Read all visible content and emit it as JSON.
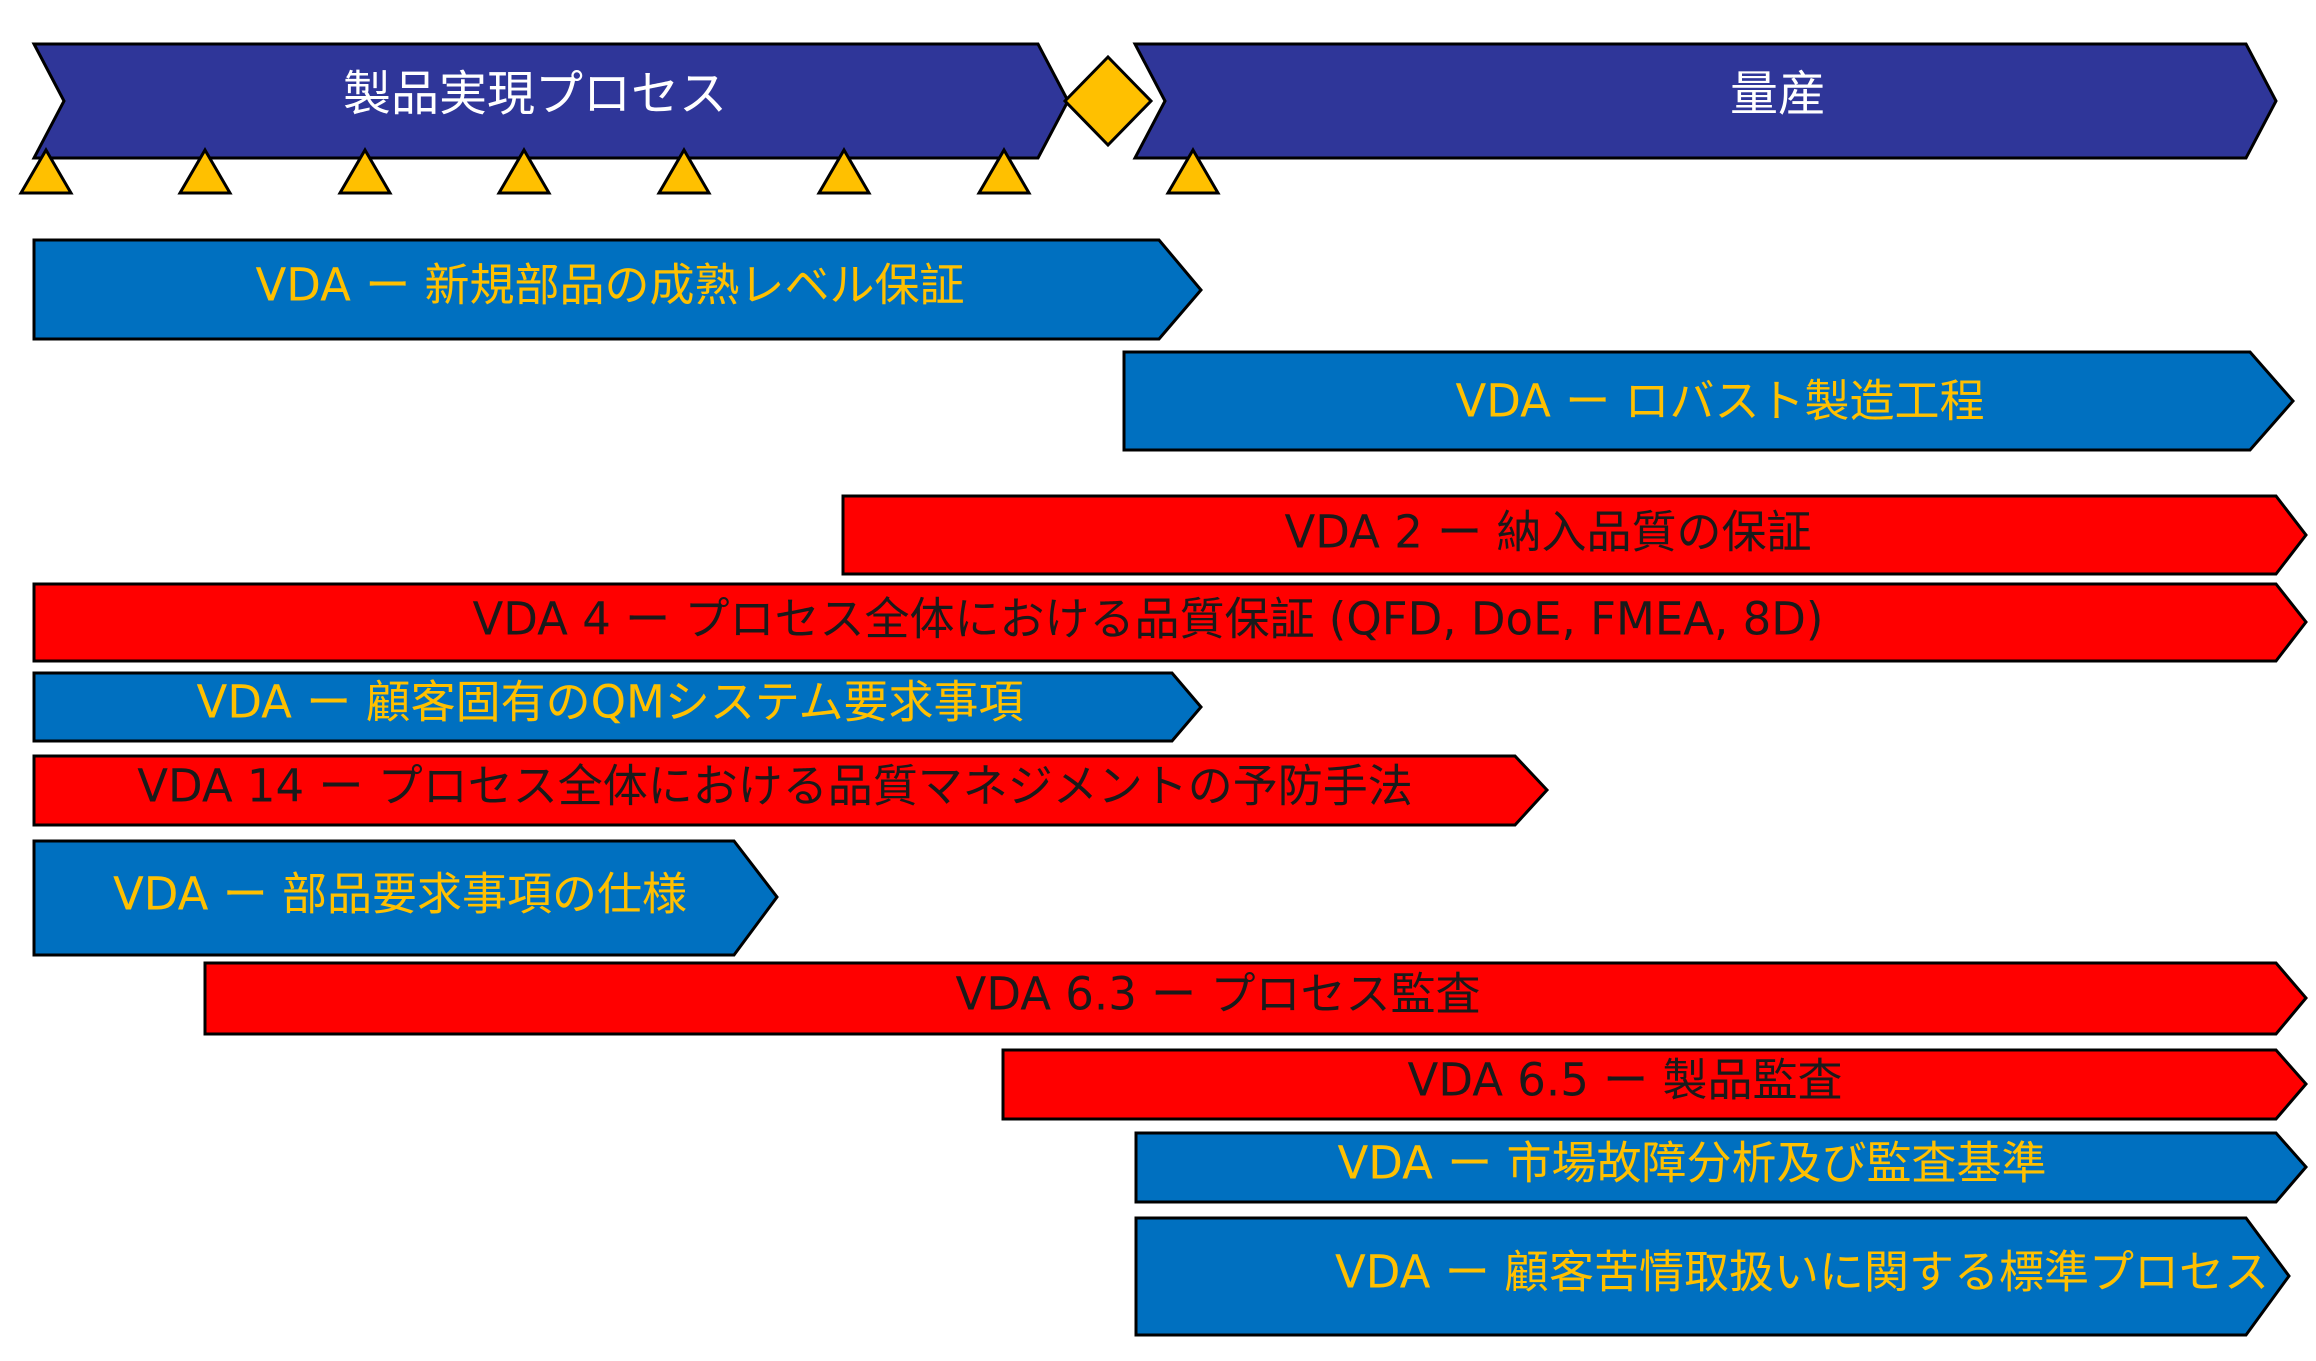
{
  "colors": {
    "phase_fill": "#2f3699",
    "milestone": "#ffc000",
    "outline": "#000000",
    "vda_blue": "#0070c0",
    "vda_red": "#ff0000",
    "text_on_blue": "#ffc000",
    "text_on_red": "#1a1a1a",
    "text_on_phase": "#ffffff"
  },
  "phases": [
    {
      "id": "realization",
      "label": "製品実現プロセス"
    },
    {
      "id": "series",
      "label": "量産"
    }
  ],
  "milestones": {
    "gate_shape": "diamond",
    "marker_shape": "triangle",
    "realization_markers": 7,
    "series_markers": 1
  },
  "bars": [
    {
      "id": "maturity",
      "label": "VDA ー 新規部品の成熟レベル保証",
      "color": "blue"
    },
    {
      "id": "robust",
      "label": "VDA ー ロバスト製造工程",
      "color": "blue"
    },
    {
      "id": "vda2",
      "label": "VDA 2 ー 納入品質の保証",
      "color": "red"
    },
    {
      "id": "vda4",
      "label": "VDA 4 ー プロセス全体における品質保証 (QFD, DoE, FMEA, 8D)",
      "color": "red"
    },
    {
      "id": "customer-qm",
      "label": "VDA ー 顧客固有のQMシステム要求事項",
      "color": "blue"
    },
    {
      "id": "vda14",
      "label": "VDA 14 ー プロセス全体における品質マネジメントの予防手法",
      "color": "red"
    },
    {
      "id": "part-spec",
      "label": "VDA ー 部品要求事項の仕様",
      "color": "blue"
    },
    {
      "id": "vda63",
      "label": "VDA 6.3 ー プロセス監査",
      "color": "red"
    },
    {
      "id": "vda65",
      "label": "VDA 6.5 ー 製品監査",
      "color": "red"
    },
    {
      "id": "field-failure",
      "label": "VDA ー 市場故障分析及び監査基準",
      "color": "blue"
    },
    {
      "id": "complaint",
      "label": "VDA ー 顧客苦情取扱いに関する標準プロセス",
      "color": "blue"
    }
  ]
}
